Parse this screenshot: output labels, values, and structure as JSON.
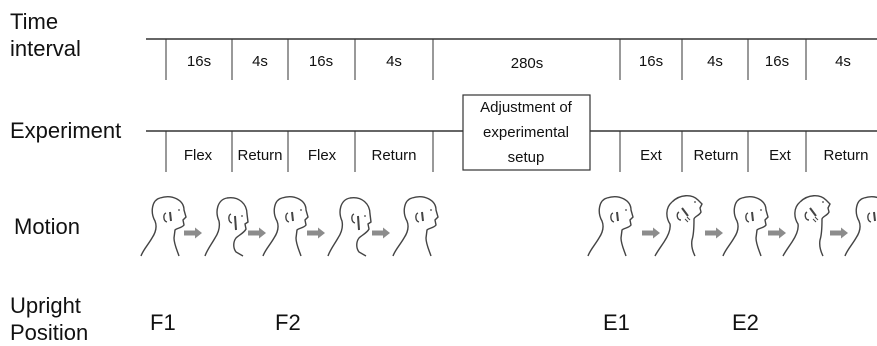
{
  "row_labels": {
    "time_line1": "Time",
    "time_line2": "interval",
    "experiment": "Experiment",
    "motion": "Motion",
    "upright_line1": "Upright",
    "upright_line2": "Position"
  },
  "time_intervals": [
    "16s",
    "4s",
    "16s",
    "4s",
    "280s",
    "16s",
    "4s",
    "16s",
    "4s"
  ],
  "experiment_steps": [
    "Flex",
    "Return",
    "Flex",
    "Return",
    "Ext",
    "Return",
    "Ext",
    "Return"
  ],
  "adjustment_box": {
    "line1": "Adjustment of",
    "line2": "experimental",
    "line3": "setup"
  },
  "motion_heads": [
    "neutral",
    "flexed",
    "neutral",
    "flexed",
    "neutral",
    "neutral",
    "extended",
    "neutral",
    "extended",
    "neutral"
  ],
  "positions": [
    "F1",
    "F2",
    "E1",
    "E2"
  ],
  "colors": {
    "line": "#333333",
    "arrow": "#8c8c8c",
    "text": "#111111"
  }
}
